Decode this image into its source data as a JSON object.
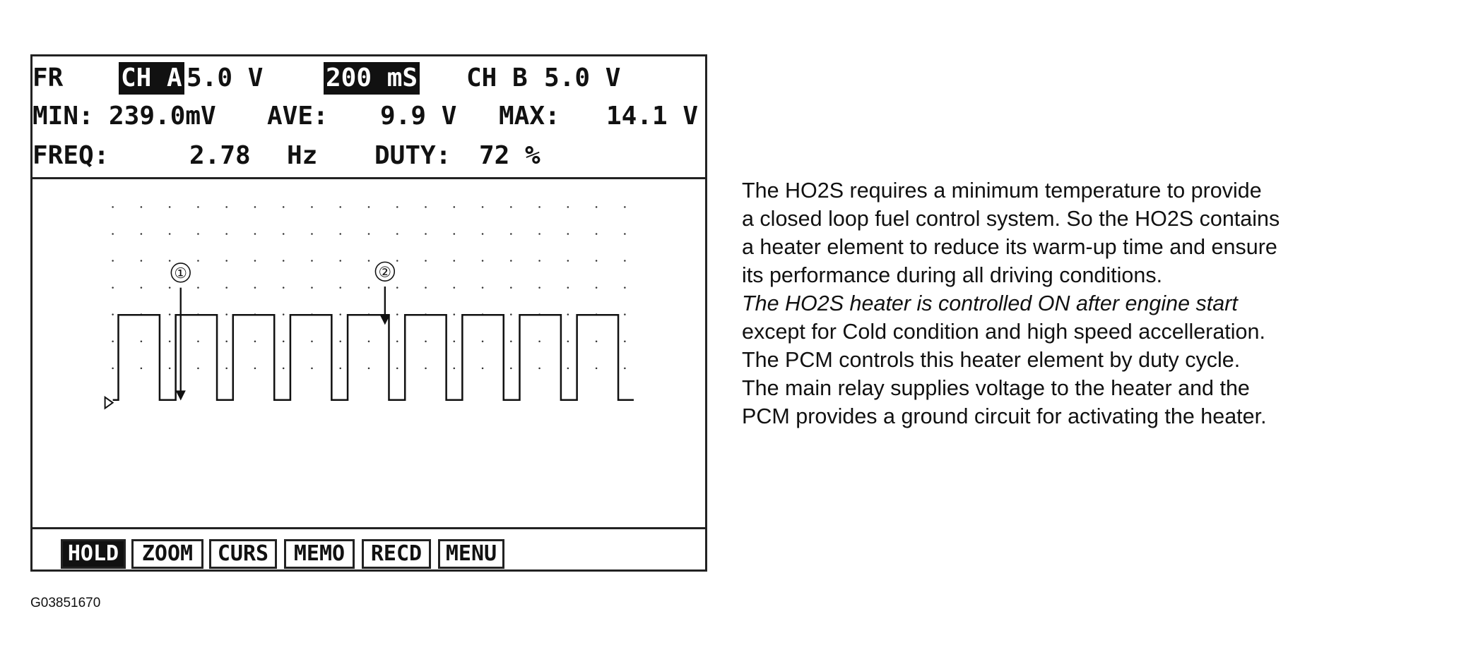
{
  "scope": {
    "header": {
      "row1": {
        "mode": "FR",
        "ch_a_label": "CH A",
        "ch_a_scale": "5.0 V",
        "timebase": "200 mS",
        "ch_b_label": "CH B",
        "ch_b_scale": "5.0 V"
      },
      "row2": {
        "min_label": "MIN:",
        "min_value": "239.0mV",
        "ave_label": "AVE:",
        "ave_value": "9.9 V",
        "max_label": "MAX:",
        "max_value": "14.1 V"
      },
      "row3": {
        "freq_label": "FREQ:",
        "freq_value": "2.78",
        "freq_unit": "Hz",
        "duty_label": "DUTY:",
        "duty_value": "72 %"
      }
    },
    "callouts": [
      {
        "label": "①"
      },
      {
        "label": "②"
      }
    ],
    "buttons": [
      {
        "label": "HOLD",
        "active": true
      },
      {
        "label": "ZOOM",
        "active": false
      },
      {
        "label": "CURS",
        "active": false
      },
      {
        "label": "MEMO",
        "active": false
      },
      {
        "label": "RECD",
        "active": false
      },
      {
        "label": "MENU",
        "active": false
      }
    ]
  },
  "chart_data": {
    "type": "line",
    "signal": "square wave",
    "frequency_hz": 2.78,
    "duty_percent": 72,
    "low_v": 0.239,
    "high_v": 14.1,
    "grid": "dotted"
  },
  "description": {
    "lines": [
      {
        "text": "The HO2S requires a minimum temperature to provide",
        "italic": false
      },
      {
        "text": "a closed loop fuel control system. So the HO2S contains",
        "italic": false
      },
      {
        "text": "a heater element to reduce its warm-up time and ensure",
        "italic": false
      },
      {
        "text": "its performance during all driving conditions.",
        "italic": false
      },
      {
        "text": "The HO2S heater is controlled ON after engine start",
        "italic": true
      },
      {
        "text": "except for Cold condition and high speed accelleration.",
        "italic": false
      },
      {
        "text": "The PCM controls this heater element by duty cycle.",
        "italic": false
      },
      {
        "text": "The main relay supplies voltage to the heater and the",
        "italic": false
      },
      {
        "text": "PCM provides a ground circuit for activating the heater.",
        "italic": false
      }
    ]
  },
  "figure_code": "G03851670",
  "colors": {
    "ink": "#111111",
    "background": "#ffffff"
  }
}
